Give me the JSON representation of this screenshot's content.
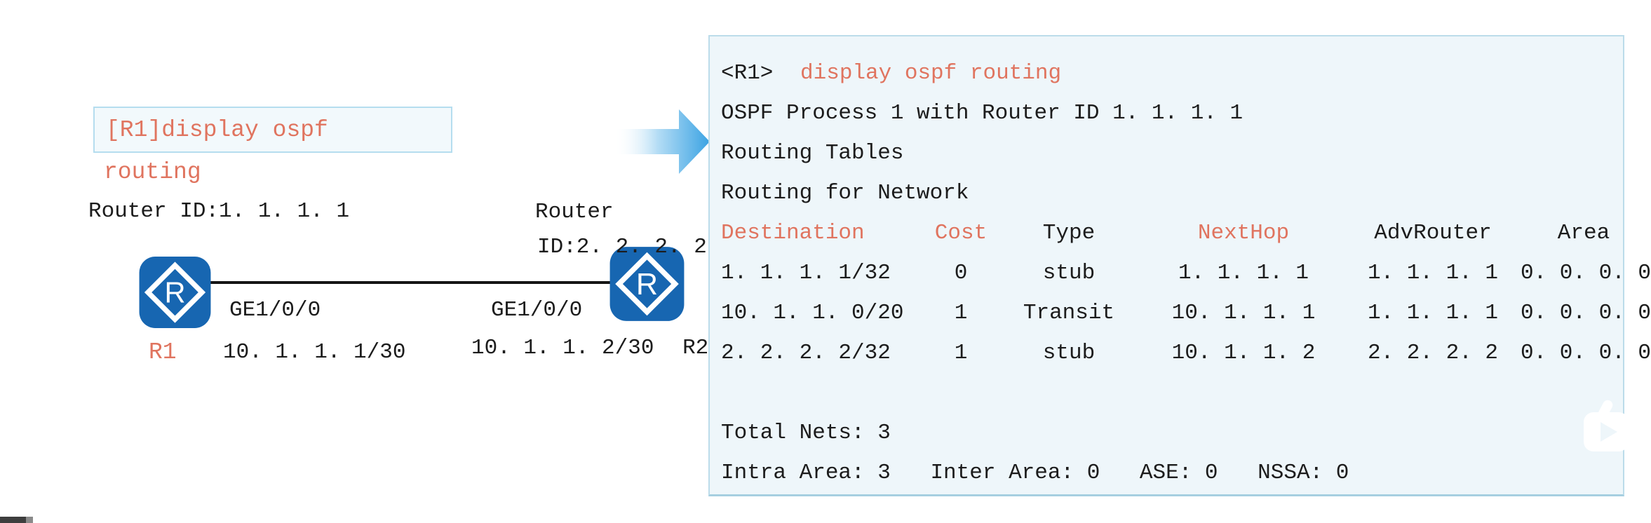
{
  "diagram": {
    "command_note": {
      "text_in_box": "[R1]display ospf",
      "text_overflow": "routing"
    },
    "router1": {
      "id_label": "Router ID:1. 1. 1. 1",
      "name": "R1",
      "interface_label": "GE1/0/0",
      "ip_label": "10. 1. 1. 1/30",
      "icon_letter": "R"
    },
    "router2": {
      "id_label_line1": "Router",
      "id_label_line2": "ID:2. 2. 2. 2",
      "name": "R2",
      "interface_label": "GE1/0/0",
      "ip_label": "10. 1. 1. 2/30",
      "icon_letter": "R"
    }
  },
  "terminal": {
    "prompt": "<R1>",
    "command": "display ospf routing",
    "info_lines": [
      "OSPF Process 1 with Router ID 1. 1. 1. 1",
      "Routing Tables",
      "Routing for Network"
    ],
    "table": {
      "headers": [
        "Destination",
        "Cost",
        "Type",
        "NextHop",
        "AdvRouter",
        "Area"
      ],
      "rows": [
        {
          "destination": "1. 1. 1. 1/32",
          "cost": "0",
          "type": "stub",
          "nexthop": "1. 1. 1. 1",
          "advrouter": "1. 1. 1. 1",
          "area": "0. 0. 0. 0"
        },
        {
          "destination": "10. 1. 1. 0/20",
          "cost": "1",
          "type": "Transit",
          "nexthop": "10. 1. 1. 1",
          "advrouter": "1. 1. 1. 1",
          "area": "0. 0. 0. 0"
        },
        {
          "destination": "2. 2. 2. 2/32",
          "cost": "1",
          "type": "stub",
          "nexthop": "10. 1. 1. 2",
          "advrouter": "2. 2. 2. 2",
          "area": "0. 0. 0. 0"
        }
      ]
    },
    "summary": {
      "total_nets": "Total Nets: 3",
      "intra_area": "Intra Area: 3",
      "inter_area": "Inter Area: 0",
      "ase": "ASE: 0",
      "nssa": "NSSA: 0"
    }
  },
  "icons": {
    "router_icon": "diamond-R-router",
    "flow_arrow_icon": "right-arrow",
    "video_play_icon": "video-play-button"
  },
  "colors": {
    "accent_red": "#e0745f",
    "text_black": "#1c1c1c",
    "router_blue": "#1766b1",
    "terminal_bg": "#eef6fa",
    "terminal_border": "#bcdcea",
    "arrow_blue": "#3ba3e3"
  }
}
